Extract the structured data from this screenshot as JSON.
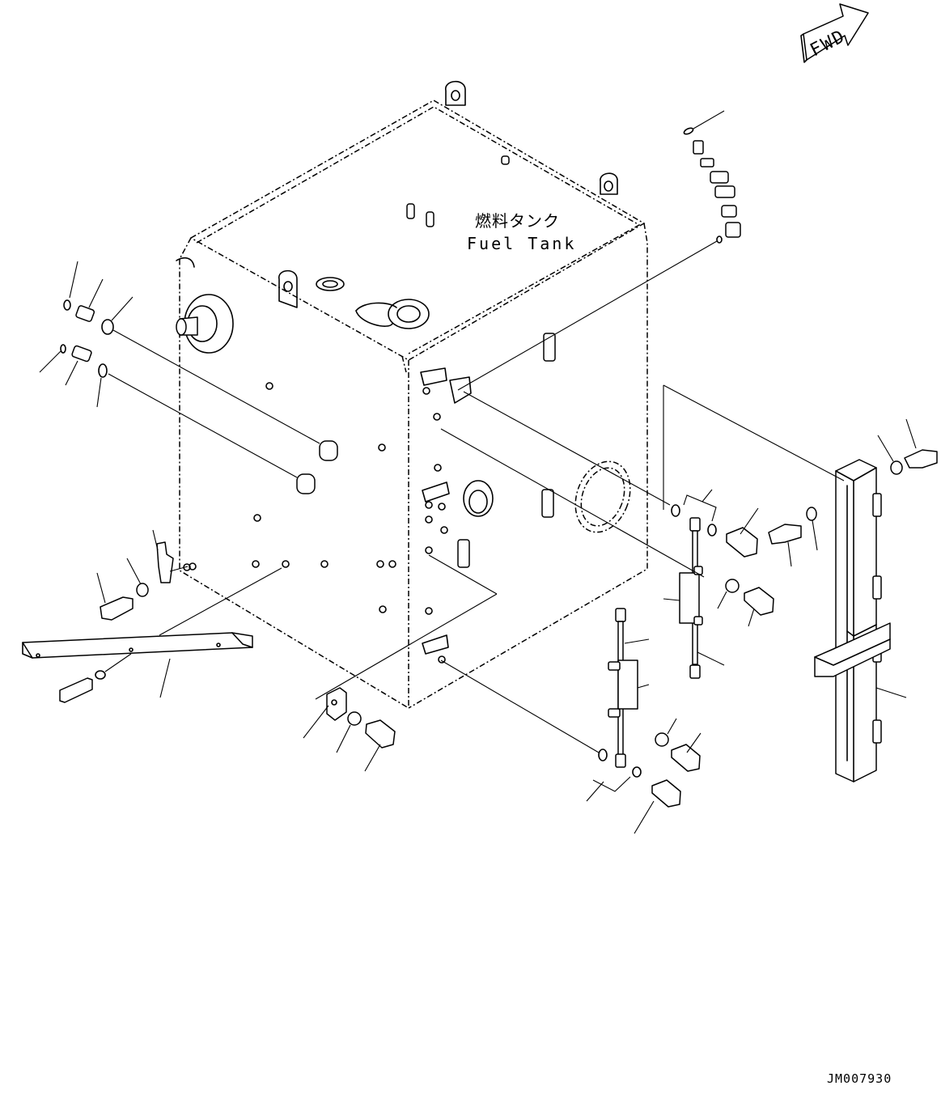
{
  "labels": {
    "tank_name_jp": "燃料タンク",
    "tank_name_en": "Fuel Tank",
    "direction": "FWD",
    "drawing_code": "JM007930"
  }
}
